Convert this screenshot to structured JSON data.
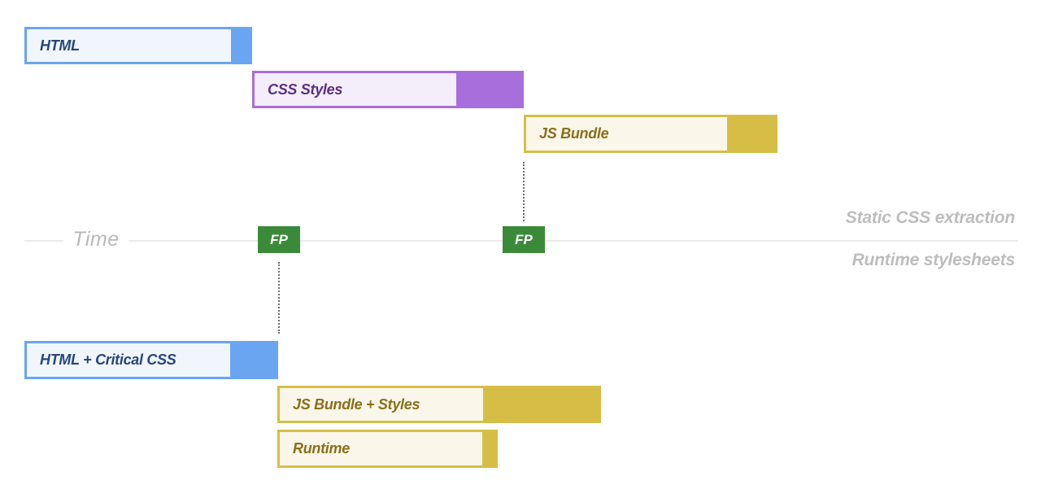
{
  "top_bars": [
    {
      "label": "HTML"
    },
    {
      "label": "CSS Styles"
    },
    {
      "label": "JS Bundle"
    }
  ],
  "bottom_bars": [
    {
      "label": "HTML + Critical CSS"
    },
    {
      "label": "JS Bundle + Styles"
    },
    {
      "label": "Runtime"
    }
  ],
  "timeline": {
    "label": "Time",
    "marker_label": "FP"
  },
  "scenarios": {
    "top": "Static CSS extraction",
    "bottom": "Runtime stylesheets"
  },
  "colors": {
    "html": "#6aa5f1",
    "css": "#a86edc",
    "js": "#d6be46",
    "fp": "#3b8a3a"
  }
}
